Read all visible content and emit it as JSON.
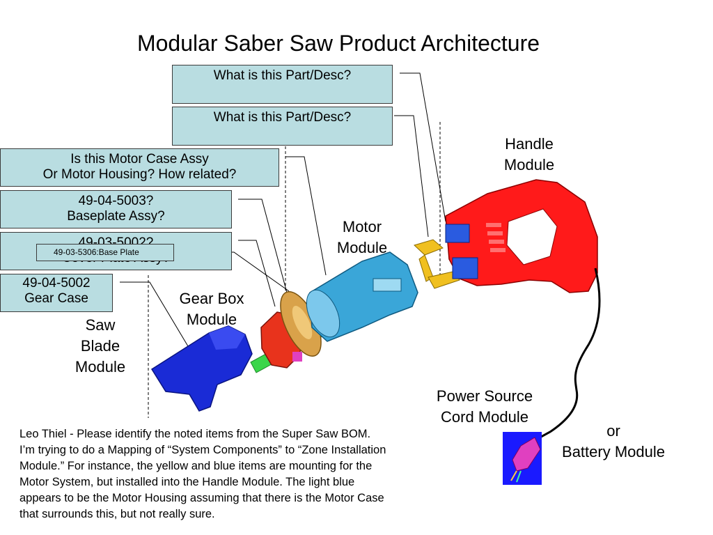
{
  "title": "Modular Saber Saw Product Architecture",
  "callouts": {
    "q1": "What is this Part/Desc?",
    "q2": "What is this Part/Desc?",
    "motor_case": {
      "line1": "Is this Motor Case Assy",
      "line2": "Or Motor Housing? How related?"
    },
    "baseplate": {
      "line1": "49-04-5003?",
      "line2": "Baseplate Assy?"
    },
    "cover_plate": {
      "line1": "49-03-5002?",
      "line2": "Cover Plate Assy?"
    },
    "base_plate_tag": "49-03-5306:Base Plate",
    "gear_case": {
      "line1": "49-04-5002",
      "line2": "Gear Case"
    }
  },
  "modules": {
    "handle": {
      "line1": "Handle",
      "line2": "Module"
    },
    "motor": {
      "line1": "Motor",
      "line2": "Module"
    },
    "gearbox": {
      "line1": "Gear Box",
      "line2": "Module"
    },
    "saw_blade": {
      "line1": "Saw",
      "line2": "Blade",
      "line3": "Module"
    },
    "power_cord": {
      "line1": "Power Source",
      "line2": "Cord Module"
    },
    "battery": {
      "line1": "or",
      "line2": "Battery Module"
    }
  },
  "note": {
    "line1": "Leo Thiel - Please identify the noted items from the Super Saw BOM.",
    "line2": "I’m trying to do a Mapping of “System Components” to “Zone Installation",
    "line3": "Module.”   For instance, the yellow and blue items are mounting for the",
    "line4": "Motor System, but installed into the Handle Module.  The light blue",
    "line5": "appears to be the Motor Housing assuming that there is the Motor Case",
    "line6": "that surrounds this, but not really sure."
  },
  "colors": {
    "callout_fill": "#b9dde1",
    "handle": "#ff1a1a",
    "motor_housing": "#3aa6d8",
    "gear_case": "#e8331c",
    "saw_blade_body": "#1a2bd6",
    "mount_yellow": "#f0c020",
    "mount_blue": "#2a5be0",
    "shaft_green": "#3ad64a",
    "plug": "#e040c0"
  }
}
